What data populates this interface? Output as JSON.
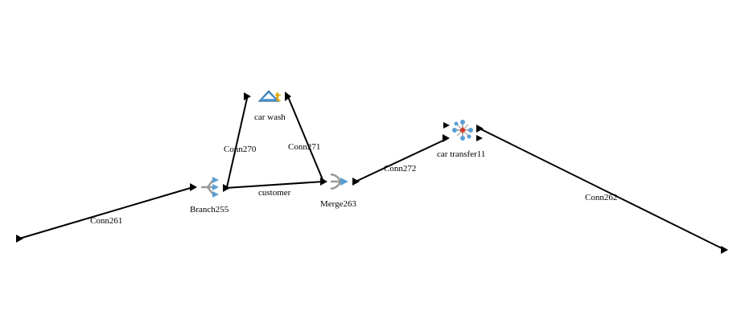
{
  "diagram": {
    "nodes": [
      {
        "id": "car_wash",
        "label": "car wash",
        "icon": "process-icon"
      },
      {
        "id": "branch255",
        "label": "Branch255",
        "icon": "branch-icon"
      },
      {
        "id": "merge263",
        "label": "Merge263",
        "icon": "merge-icon"
      },
      {
        "id": "car_transfer11",
        "label": "car transfer11",
        "icon": "transfer-icon"
      }
    ],
    "connections": [
      {
        "id": "conn261",
        "label": "Conn261",
        "from": "source",
        "to": "branch255"
      },
      {
        "id": "conn270",
        "label": "Conn270",
        "from": "branch255",
        "to": "car_wash"
      },
      {
        "id": "conn271",
        "label": "Conn271",
        "from": "car_wash",
        "to": "merge263"
      },
      {
        "id": "customer",
        "label": "customer",
        "from": "branch255",
        "to": "merge263"
      },
      {
        "id": "conn272",
        "label": "Conn272",
        "from": "merge263",
        "to": "car_transfer11"
      },
      {
        "id": "conn262",
        "label": "Conn262",
        "from": "car_transfer11",
        "to": "sink"
      }
    ],
    "colors": {
      "line": "#000000",
      "icon_blue": "#5a9fd4",
      "icon_gold": "#e0a800",
      "icon_red": "#d23c2c",
      "icon_gray": "#9a9a9a"
    }
  }
}
